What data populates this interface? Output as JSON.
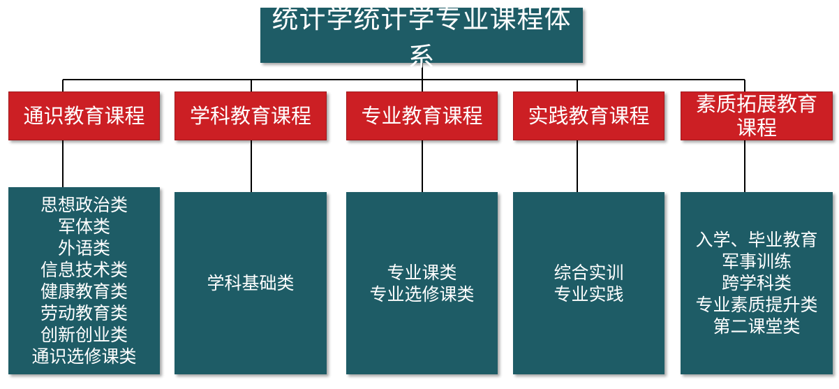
{
  "diagram": {
    "root": {
      "label": "统计学统计学专业课程体系"
    },
    "categories": [
      {
        "lines": [
          "通识教育课程"
        ],
        "items": [
          "思想政治类",
          "军体类",
          "外语类",
          "信息技术类",
          "健康教育类",
          "劳动教育类",
          "创新创业类",
          "通识选修课类"
        ]
      },
      {
        "lines": [
          "学科教育课程"
        ],
        "items": [
          "学科基础类"
        ]
      },
      {
        "lines": [
          "专业教育课程"
        ],
        "items": [
          "专业课类",
          "专业选修课类"
        ]
      },
      {
        "lines": [
          "实践教育课程"
        ],
        "items": [
          "综合实训",
          "专业实践"
        ]
      },
      {
        "lines": [
          "素质拓展教育",
          "课程"
        ],
        "items": [
          "入学、毕业教育",
          "军事训练",
          "跨学科类",
          "专业素质提升类",
          "第二课堂类"
        ]
      }
    ],
    "colors": {
      "root_fill": "#1e5c66",
      "category_fill": "#cc1f24",
      "leaf_fill": "#1e5c66",
      "connector": "#000000",
      "text": "#ffffff"
    }
  }
}
